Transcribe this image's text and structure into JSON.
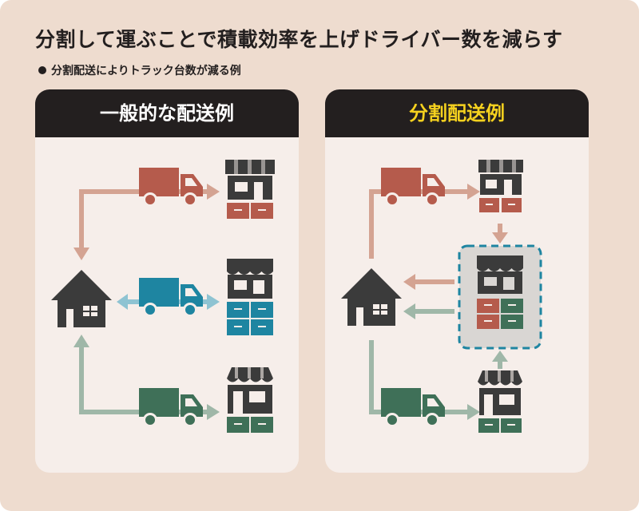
{
  "title": "分割して運ぶことで積載効率を上げドライバー数を減らす",
  "subtitle": "分割配送によりトラック台数が減る例",
  "panels": {
    "left": {
      "header": "一般的な配送例"
    },
    "right": {
      "header": "分割配送例"
    }
  },
  "colors": {
    "red": "#b55b4c",
    "blue": "#1e85a1",
    "green": "#3f7058",
    "dark": "#3b3b3b",
    "arrow_red": "#d4a392",
    "arrow_blue": "#8ec3d2",
    "arrow_green": "#9fb7a8"
  }
}
